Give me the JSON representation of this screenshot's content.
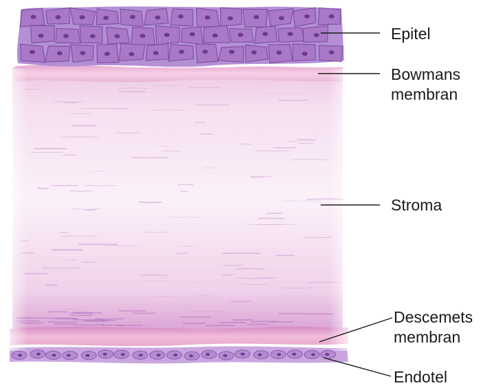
{
  "labels": {
    "epitel": "Epitel",
    "bowmans": {
      "line1": "Bowmans",
      "line2": "membran"
    },
    "stroma": "Stroma",
    "descemets": {
      "line1": "Descemets",
      "line2": "membran"
    },
    "endotel": "Endotel"
  },
  "colors": {
    "epithelium": "#a978c8",
    "epithelium_nucleus": "#6c3b8c",
    "bowmans_layer": "#f0b6d6",
    "stroma": "#f2d9ec",
    "stroma_streak": "#c994cf",
    "descemets_layer": "#e7a4cd",
    "endothelium": "#b58ad2",
    "leader_line": "#1a1a1a"
  }
}
